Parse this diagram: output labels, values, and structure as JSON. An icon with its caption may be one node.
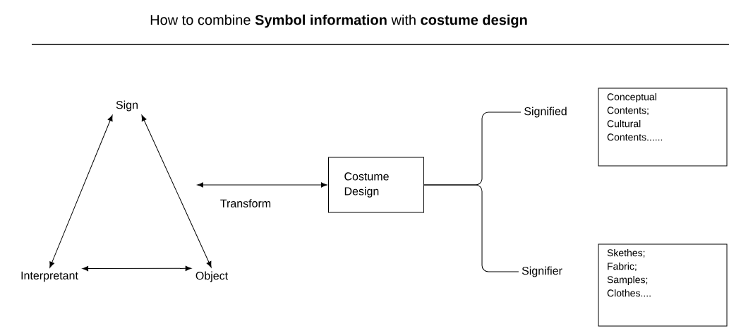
{
  "diagram": {
    "title": "How to combine **Symbol information** with **costume design**",
    "nodes": [
      {
        "text": [
          "Sign"
        ]
      },
      {
        "text": [
          "Interpretant"
        ]
      },
      {
        "text": [
          "Object"
        ]
      },
      {
        "text": [
          "Costume Design"
        ]
      },
      {
        "text": [
          "Signified"
        ]
      },
      {
        "text": [
          "Signifier"
        ]
      },
      {
        "text": [
          "Conceptual Contents; Cultural Contents......"
        ]
      },
      {
        "text": [
          "Skethes; Fabric; Samples; Clothes...."
        ]
      }
    ],
    "edges": [
      {
        "from": 0,
        "to": 1,
        "arrow": "both"
      },
      {
        "from": 0,
        "to": 2,
        "arrow": "both"
      },
      {
        "from": 1,
        "to": 2,
        "arrow": "both"
      },
      {
        "from": null,
        "to": 3,
        "arrow": "both",
        "label": "Transform"
      },
      {
        "from": 3,
        "to": 4,
        "arrow": "none"
      },
      {
        "from": 3,
        "to": 5,
        "arrow": "none"
      }
    ]
  }
}
